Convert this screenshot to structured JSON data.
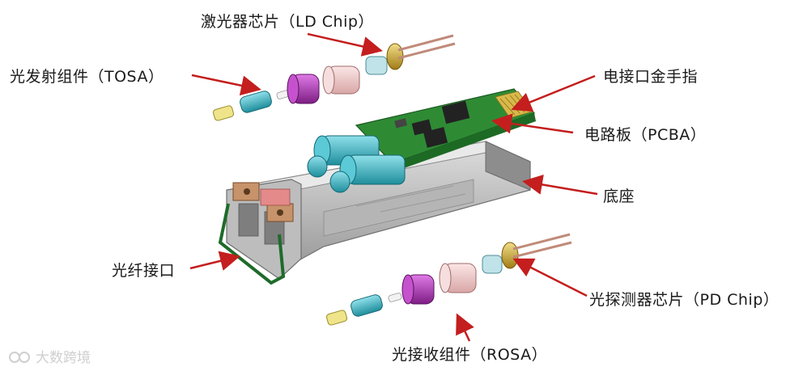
{
  "labels": {
    "ld_chip": "激光器芯片（LD Chip）",
    "tosa": "光发射组件（TOSA）",
    "gold_finger": "电接口金手指",
    "pcba": "电路板（PCBA）",
    "base": "底座",
    "fiber_port": "光纤接口",
    "pd_chip": "光探测器芯片（PD Chip）",
    "rosa": "光接收组件（ROSA）"
  },
  "watermark": "大数跨境",
  "colors": {
    "arrow": "#c41e1e",
    "pcb": "#2e8b34",
    "cyan": "#3fb8c8",
    "magenta": "#b23ab8",
    "pink": "#f0c6c6",
    "gold": "#c9a227",
    "base": "#c8c8c8"
  },
  "icons": [
    "watermark-logo-icon"
  ]
}
